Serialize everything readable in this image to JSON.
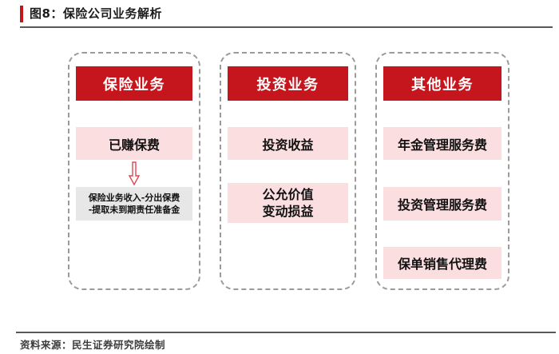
{
  "title": {
    "text": "图8：保险公司业务解析"
  },
  "footer": {
    "source": "资料来源：民生证券研究院绘制"
  },
  "columns": [
    {
      "header": "保险业务",
      "box1": "已赚保费",
      "box2": "保险业务收入-分出保费\n-提取未到期责任准备金"
    },
    {
      "header": "投资业务",
      "box1": "投资收益",
      "box2": "公允价值\n变动损益"
    },
    {
      "header": "其他业务",
      "box1": "年金管理服务费",
      "box2": "投资管理服务费",
      "box3": "保单销售代理费"
    }
  ],
  "icons": {
    "down_arrow": "hollow red arrow pointing down"
  },
  "colors": {
    "accent_red": "#C5161D",
    "pink_box": "#FBDEE0",
    "gray_box": "#E7E7E7",
    "dashed_border": "#9B9B9B",
    "rule_line": "#595959",
    "arrow_stroke": "#E0484F"
  }
}
